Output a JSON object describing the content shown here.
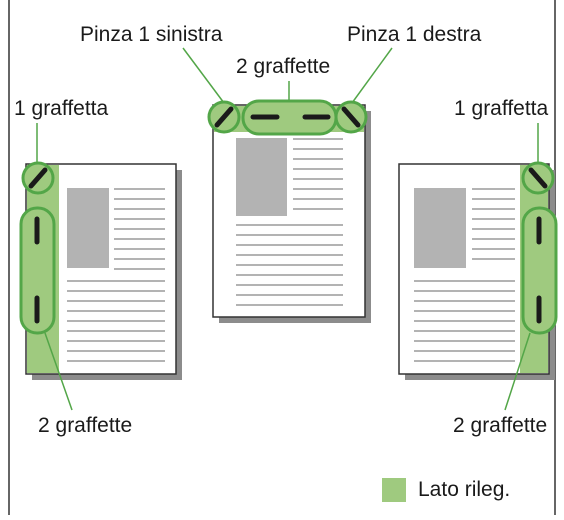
{
  "labels": {
    "left_top": "Pinza 1 sinistra",
    "right_top": "Pinza 1 destra",
    "middle": "2 graffette",
    "left_one": "1 graffetta",
    "right_one": "1 graffetta",
    "left_two": "2 graffette",
    "right_two": "2 graffette"
  },
  "legend": {
    "label": "Lato rileg.",
    "color": "#9fca7f"
  },
  "colors": {
    "binding": "#9fca7f",
    "outline": "#53a648",
    "staple": "#1a1a1a",
    "image_block": "#b3b3b3",
    "text_line": "#b3b3b3",
    "shadow": "#8c8c8c"
  }
}
